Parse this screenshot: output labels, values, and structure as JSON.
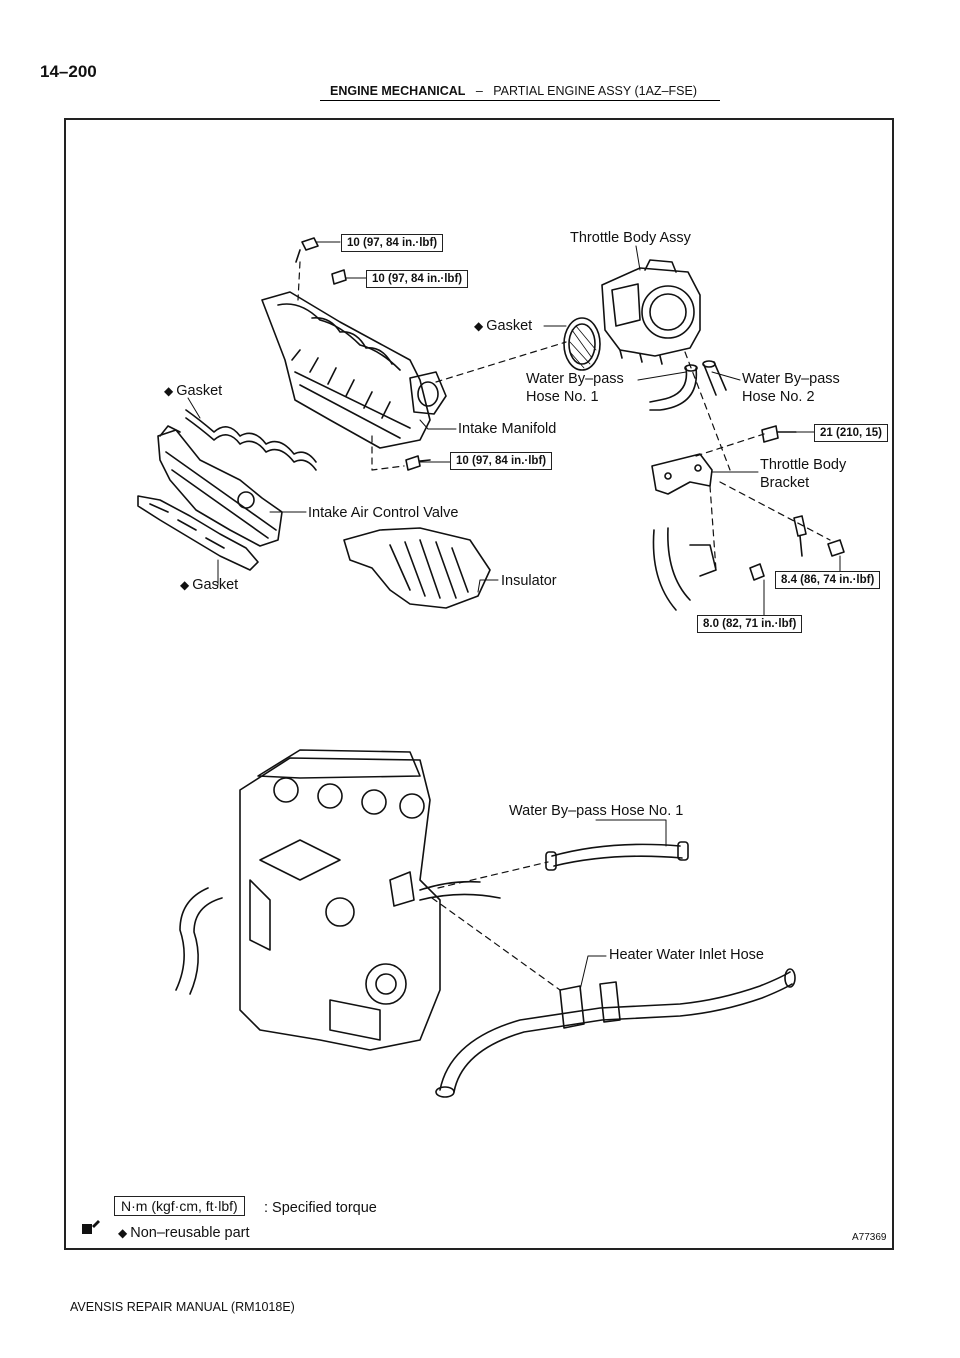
{
  "page_number": "14–200",
  "header": {
    "section": "ENGINE MECHANICAL",
    "separator": "–",
    "title": "PARTIAL ENGINE ASSY (1AZ–FSE)"
  },
  "figure_id": "A77369",
  "footer": "AVENSIS REPAIR MANUAL   (RM1018E)",
  "diamond": "◆",
  "labels": {
    "throttle_body_assy": "Throttle Body Assy",
    "gasket_throttle": "Gasket",
    "gasket_upper": "Gasket",
    "gasket_lower": "Gasket",
    "water_bypass_hose_1_line1": "Water By–pass",
    "water_bypass_hose_1_line2": "Hose No. 1",
    "water_bypass_hose_2_line1": "Water By–pass",
    "water_bypass_hose_2_line2": "Hose No. 2",
    "intake_manifold": "Intake Manifold",
    "throttle_body_bracket_line1": "Throttle Body",
    "throttle_body_bracket_line2": "Bracket",
    "intake_air_control_valve": "Intake Air Control Valve",
    "insulator": "Insulator",
    "water_bypass_hose_1_engine": "Water By–pass Hose No. 1",
    "heater_water_inlet_hose": "Heater Water Inlet Hose"
  },
  "torques": {
    "t1": "10 (97, 84 in.·lbf)",
    "t2": "10 (97, 84 in.·lbf)",
    "t3": "10 (97, 84 in.·lbf)",
    "t4": "21 (210, 15)",
    "t5": "8.4 (86, 74 in.·lbf)",
    "t6": "8.0 (82, 71 in.·lbf)"
  },
  "legend": {
    "torque_unit": "N·m (kgf·cm, ft·lbf)",
    "torque_desc": ": Specified torque",
    "non_reusable": "Non–reusable part"
  }
}
